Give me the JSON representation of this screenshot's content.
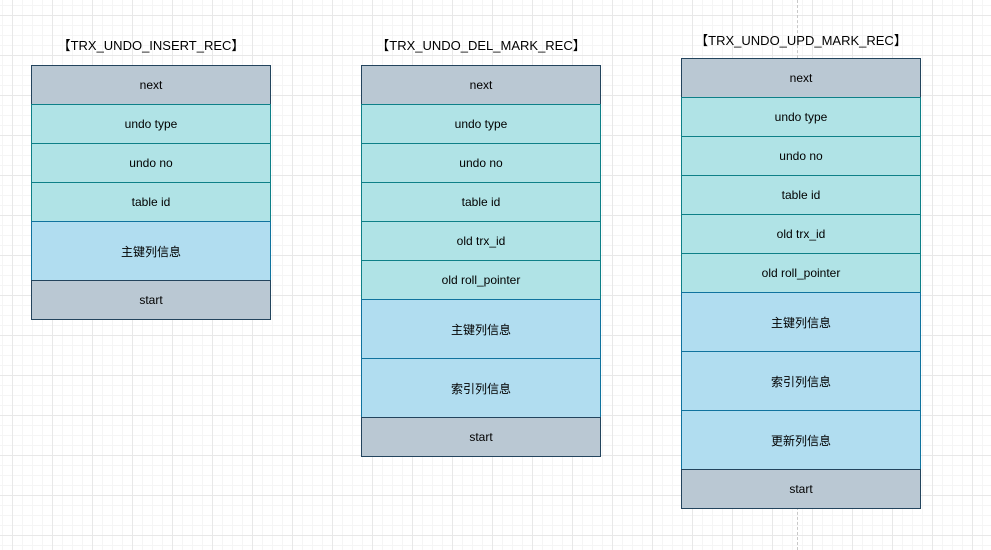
{
  "colors": {
    "gray_fill": "#bac8d3",
    "gray_stroke": "#23445d",
    "teal_fill": "#b0e3e6",
    "teal_stroke": "#0e8088",
    "blue_fill": "#b1ddf0",
    "blue_stroke": "#10739e",
    "grid_minor": "#f5f5f5",
    "grid_major": "#e8e8e8",
    "page_break": "#c8c8c8",
    "text": "#000000"
  },
  "diagrams": [
    {
      "title": "【TRX_UNDO_INSERT_REC】",
      "rows": [
        {
          "label": "next",
          "type": "gray",
          "h": 40
        },
        {
          "label": "undo type",
          "type": "teal",
          "h": 40
        },
        {
          "label": "undo no",
          "type": "teal",
          "h": 40
        },
        {
          "label": "table id",
          "type": "teal",
          "h": 40
        },
        {
          "label": "主键列信息",
          "type": "blue",
          "h": 60
        },
        {
          "label": "start",
          "type": "gray",
          "h": 40
        }
      ]
    },
    {
      "title": "【TRX_UNDO_DEL_MARK_REC】",
      "rows": [
        {
          "label": "next",
          "type": "gray",
          "h": 40
        },
        {
          "label": "undo type",
          "type": "teal",
          "h": 40
        },
        {
          "label": "undo no",
          "type": "teal",
          "h": 40
        },
        {
          "label": "table id",
          "type": "teal",
          "h": 40
        },
        {
          "label": "old trx_id",
          "type": "teal",
          "h": 40
        },
        {
          "label": "old roll_pointer",
          "type": "teal",
          "h": 40
        },
        {
          "label": "主键列信息",
          "type": "blue",
          "h": 60
        },
        {
          "label": "索引列信息",
          "type": "blue",
          "h": 60
        },
        {
          "label": "start",
          "type": "gray",
          "h": 40
        }
      ]
    },
    {
      "title": "【TRX_UNDO_UPD_MARK_REC】",
      "rows": [
        {
          "label": "next",
          "type": "gray",
          "h": 40
        },
        {
          "label": "undo type",
          "type": "teal",
          "h": 40
        },
        {
          "label": "undo no",
          "type": "teal",
          "h": 40
        },
        {
          "label": "table id",
          "type": "teal",
          "h": 40
        },
        {
          "label": "old trx_id",
          "type": "teal",
          "h": 40
        },
        {
          "label": "old roll_pointer",
          "type": "teal",
          "h": 40
        },
        {
          "label": "主键列信息",
          "type": "blue",
          "h": 60
        },
        {
          "label": "索引列信息",
          "type": "blue",
          "h": 60
        },
        {
          "label": "更新列信息",
          "type": "blue",
          "h": 60
        },
        {
          "label": "start",
          "type": "gray",
          "h": 40
        }
      ]
    }
  ]
}
